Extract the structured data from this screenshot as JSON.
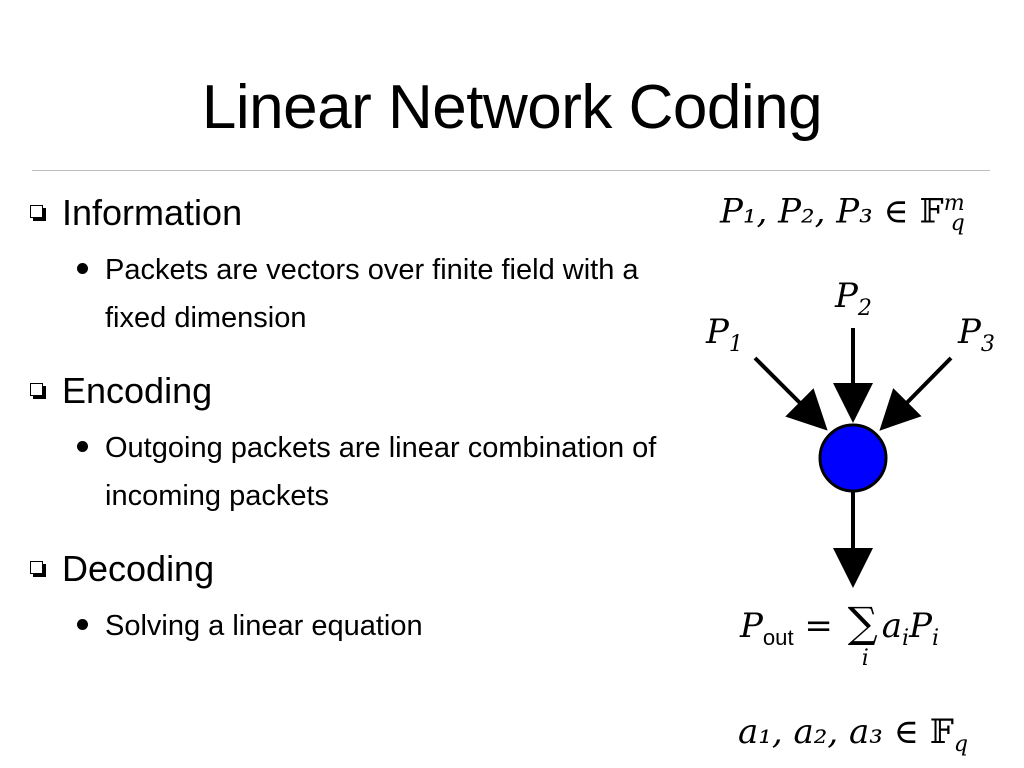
{
  "slide": {
    "title": "Linear Network Coding"
  },
  "sections": [
    {
      "heading": "Information",
      "items": [
        "Packets are vectors over finite field with a fixed dimension"
      ]
    },
    {
      "heading": "Encoding",
      "items": [
        "Outgoing packets are linear combination of incoming packets"
      ]
    },
    {
      "heading": "Decoding",
      "items": [
        "Solving a linear equation"
      ]
    }
  ],
  "math": {
    "top_eq": {
      "vars": "P₁, P₂, P₃ ∈ ",
      "field": "𝔽",
      "sub": "q",
      "sup": "m"
    },
    "inputs": [
      {
        "name": "P",
        "sub": "1"
      },
      {
        "name": "P",
        "sub": "2"
      },
      {
        "name": "P",
        "sub": "3"
      }
    ],
    "output_eq": {
      "lhs": "P",
      "lhs_sub": "out",
      "eq": " = ",
      "sum": "∑",
      "sum_index": "i",
      "term": "a",
      "term_sub": "i",
      "term2": "P",
      "term2_sub": "i"
    },
    "bottom_eq": {
      "vars": "a₁, a₂, a₃ ∈ ",
      "field": "𝔽",
      "sub": "q"
    }
  },
  "colors": {
    "node_fill": "#0000ff",
    "node_stroke": "#000000",
    "arrow": "#000000",
    "rule": "#bfbfbf"
  }
}
